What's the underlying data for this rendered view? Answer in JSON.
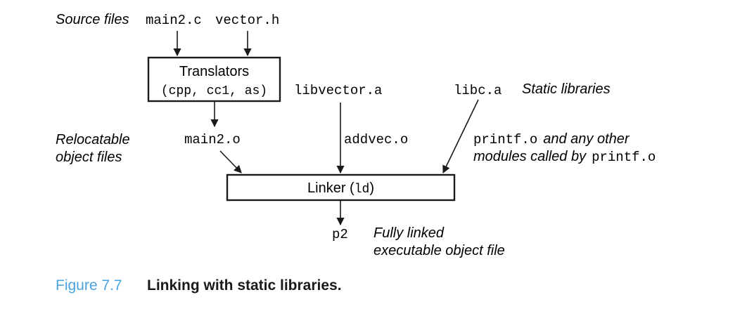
{
  "labels": {
    "source_files": "Source files",
    "relocatable_line1": "Relocatable",
    "relocatable_line2": "object files",
    "static_libraries": "Static libraries",
    "printf_line1_suffix": "and any other",
    "printf_line2_prefix": "modules called by",
    "fully_linked_line1": "Fully linked",
    "fully_linked_line2": "executable object file"
  },
  "files": {
    "main2_c": "main2.c",
    "vector_h": "vector.h",
    "libvector_a": "libvector.a",
    "libc_a": "libc.a",
    "main2_o": "main2.o",
    "addvec_o": "addvec.o",
    "printf_o": "printf.o",
    "printf_o_2": "printf.o",
    "p2": "p2"
  },
  "translators": {
    "title": "Translators",
    "tools": "(cpp, cc1, as)"
  },
  "linker": {
    "title": "Linker (",
    "cmd": "ld",
    "close": ")"
  },
  "caption": {
    "number": "Figure 7.7",
    "title": "Linking with static libraries."
  },
  "colors": {
    "caption_number": "#4aa3df",
    "ink": "#1a1a1a"
  }
}
